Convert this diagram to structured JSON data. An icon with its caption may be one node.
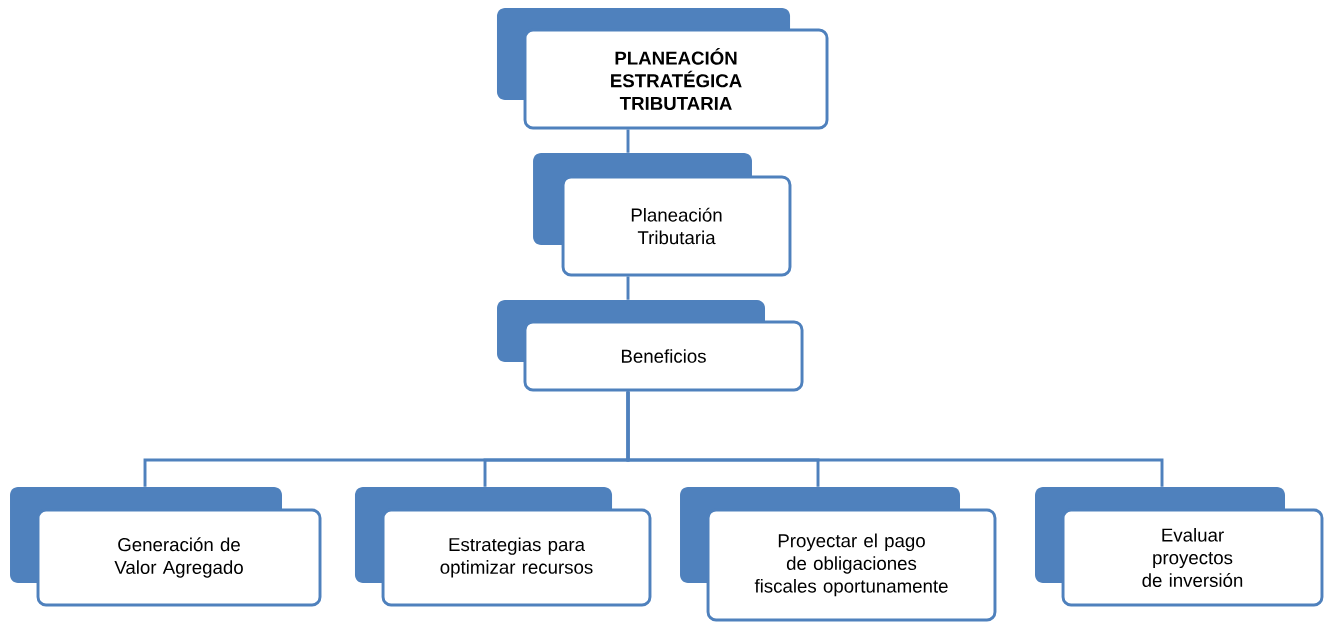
{
  "diagram": {
    "nodes": [
      {
        "text": [
          "PLANEACIÓN ESTRATÉGICA TRIBUTARIA"
        ]
      },
      {
        "text": [
          "Planeación Tributaria"
        ]
      },
      {
        "text": [
          "Beneficios"
        ]
      },
      {
        "text": [
          "Generación de Valor Agregado"
        ]
      },
      {
        "text": [
          "Estrategias para optimizar recursos"
        ]
      },
      {
        "text": [
          "Proyectar el pago de obligaciones fiscales oportunamente"
        ]
      },
      {
        "text": [
          "Evaluar proyectos de inversión"
        ]
      }
    ],
    "edges": [
      {
        "from": 0,
        "to": 1,
        "arrow": "none"
      },
      {
        "from": 1,
        "to": 2,
        "arrow": "none"
      },
      {
        "from": 2,
        "to": 3,
        "arrow": "none"
      },
      {
        "from": 2,
        "to": 4,
        "arrow": "none"
      },
      {
        "from": 2,
        "to": 5,
        "arrow": "none"
      },
      {
        "from": 2,
        "to": 6,
        "arrow": "none"
      }
    ]
  }
}
